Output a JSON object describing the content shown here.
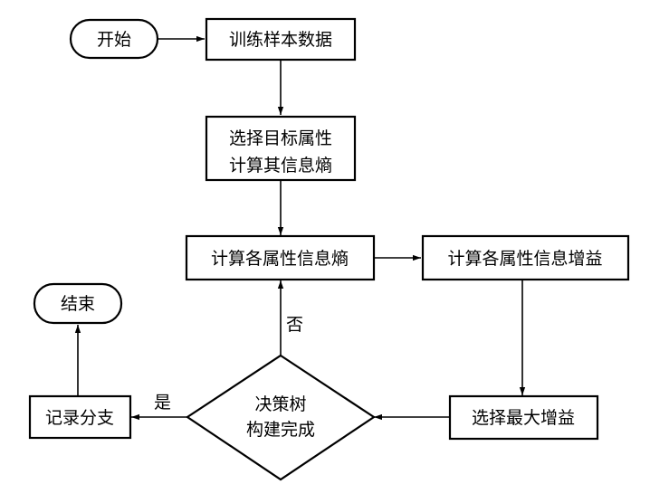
{
  "nodes": {
    "start": "开始",
    "train": "训练样本数据",
    "select_target_1": "选择目标属性",
    "select_target_2": "计算其信息熵",
    "calc_entropy": "计算各属性信息熵",
    "calc_gain": "计算各属性信息增益",
    "select_max": "选择最大增益",
    "decision_1": "决策树",
    "decision_2": "构建完成",
    "record": "记录分支",
    "end": "结束"
  },
  "edge_labels": {
    "no": "否",
    "yes": "是"
  }
}
